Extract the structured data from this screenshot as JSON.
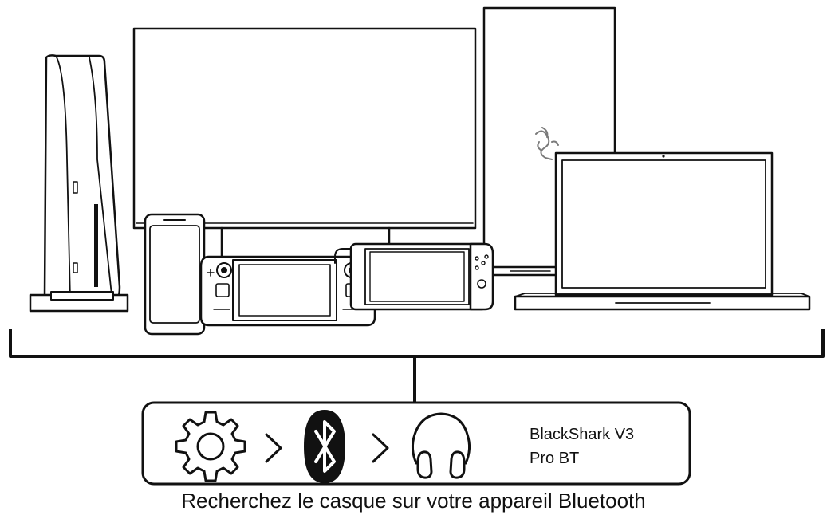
{
  "panel": {
    "steps": [
      {
        "icon": "gear-icon",
        "meaning": "settings"
      },
      {
        "icon": "chevron-right-icon"
      },
      {
        "icon": "bluetooth-icon",
        "meaning": "bluetooth"
      },
      {
        "icon": "chevron-right-icon"
      },
      {
        "icon": "headset-icon",
        "meaning": "headset"
      }
    ],
    "device_name_line1": "BlackShark V3",
    "device_name_line2": "Pro BT"
  },
  "caption": "Recherchez le casque sur votre appareil Bluetooth",
  "devices": [
    {
      "icon": "game-console-icon"
    },
    {
      "icon": "monitor-icon"
    },
    {
      "icon": "desktop-tower-icon"
    },
    {
      "icon": "laptop-icon"
    },
    {
      "icon": "smartphone-icon"
    },
    {
      "icon": "handheld-pc-icon"
    },
    {
      "icon": "handheld-console-icon"
    }
  ],
  "colors": {
    "line": "#111111",
    "background": "#ffffff",
    "logo": "#7a7a7a"
  }
}
